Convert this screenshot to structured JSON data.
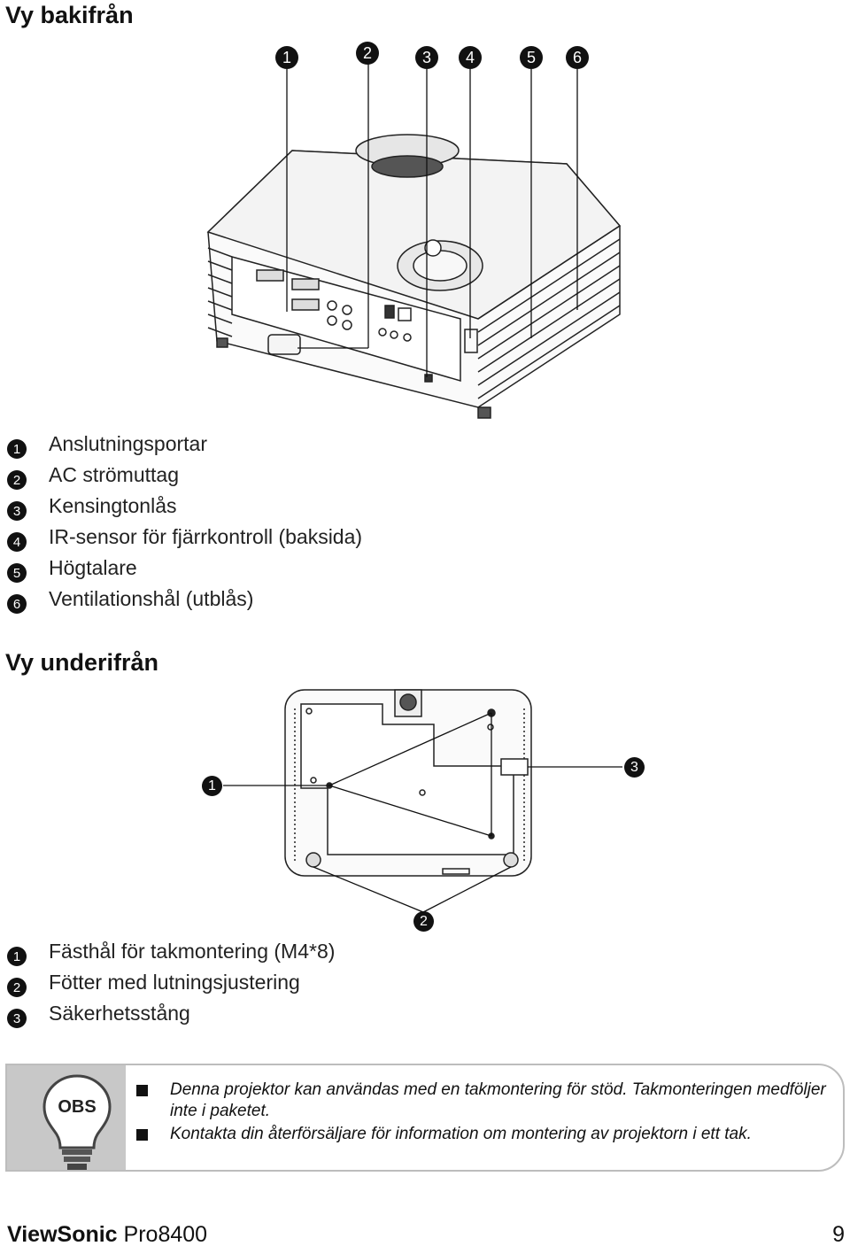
{
  "sections": {
    "rear_title": "Vy bakifrån",
    "bottom_title": "Vy underifrån"
  },
  "rear_view": {
    "callout_numbers": [
      "1",
      "2",
      "3",
      "4",
      "5",
      "6"
    ],
    "legend": [
      {
        "num": "1",
        "label": "Anslutningsportar"
      },
      {
        "num": "2",
        "label": "AC strömuttag"
      },
      {
        "num": "3",
        "label": "Kensingtonlås"
      },
      {
        "num": "4",
        "label": "IR-sensor för fjärrkontroll (baksida)"
      },
      {
        "num": "5",
        "label": "Högtalare"
      },
      {
        "num": "6",
        "label": "Ventilationshål (utblås)"
      }
    ]
  },
  "bottom_view": {
    "callout_numbers": [
      "1",
      "2",
      "3"
    ],
    "legend": [
      {
        "num": "1",
        "label": "Fästhål för takmontering (M4*8)"
      },
      {
        "num": "2",
        "label": "Fötter med lutningsjustering"
      },
      {
        "num": "3",
        "label": "Säkerhetsstång"
      }
    ]
  },
  "note": {
    "icon_label": "OBS",
    "items": [
      "Denna projektor kan användas med en takmontering för stöd. Takmonteringen medföljer inte i paketet.",
      "Kontakta din återförsäljare för information om montering av projektorn i ett tak."
    ]
  },
  "footer": {
    "brand": "ViewSonic",
    "model": "Pro8400",
    "page_number": "9"
  }
}
